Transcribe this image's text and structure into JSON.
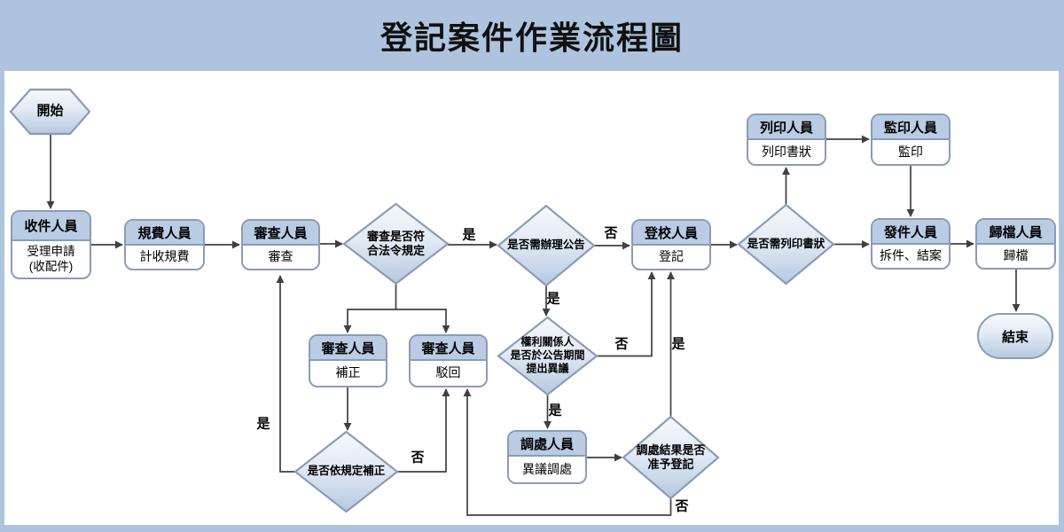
{
  "title": "登記案件作業流程圖",
  "colors": {
    "frame_blue": "#aec4de",
    "box_header_fill": "#b9cce4",
    "shape_border": "#8a9cb6",
    "shape_gradient_top": "#f6f9fc",
    "shape_gradient_bottom": "#b6c9e0",
    "line_color": "#404040",
    "text_color": "#000000"
  },
  "nodes": {
    "start": {
      "label": "開始"
    },
    "shoujian": {
      "header": "收件人員",
      "body": "受理申請\n(收配件)"
    },
    "guifei": {
      "header": "規費人員",
      "body": "計收規費"
    },
    "shencha": {
      "header": "審查人員",
      "body": "審查"
    },
    "fahe": {
      "label": "審查是否符\n合法令規定"
    },
    "gonggao": {
      "label": "是否需辦理公告"
    },
    "dengxiao": {
      "header": "登校人員",
      "body": "登記"
    },
    "liyin_check": {
      "label": "是否需列印書狀"
    },
    "lieyin": {
      "header": "列印人員",
      "body": "列印書狀"
    },
    "jianyin": {
      "header": "監印人員",
      "body": "監印"
    },
    "fajian": {
      "header": "發件人員",
      "body": "拆件、結案"
    },
    "guidang": {
      "header": "歸檔人員",
      "body": "歸檔"
    },
    "end": {
      "label": "結束"
    },
    "buzheng": {
      "header": "審查人員",
      "body": "補正"
    },
    "bohui": {
      "header": "審查人員",
      "body": "駁回"
    },
    "buzheng_check": {
      "label": "是否依規定補正"
    },
    "quanli": {
      "label": "權利關係人\n是否於公告期間\n提出異議"
    },
    "tiaochu": {
      "header": "調處人員",
      "body": "異議調處"
    },
    "tiaochu_check": {
      "label": "調處結果是否\n准予登記"
    }
  },
  "edge_labels": {
    "fahe_yes": "是",
    "gonggao_no": "否",
    "gonggao_yes": "是",
    "quanli_no": "否",
    "quanli_yes": "是",
    "tiaochu_yes": "是",
    "tiaochu_no": "否",
    "buzheng_no": "否",
    "buzheng_yes": "是"
  }
}
